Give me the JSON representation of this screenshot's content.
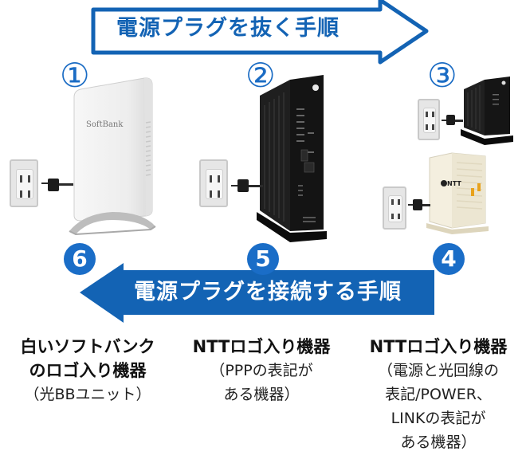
{
  "arrows": {
    "top_label": "電源プラグを抜く手順",
    "bottom_label": "電源プラグを接続する手順",
    "top_color": "#1363b4",
    "bottom_color": "#1363b4"
  },
  "steps": {
    "s1": "①",
    "s2": "②",
    "s3": "③",
    "s4": "4",
    "s5": "5",
    "s6": "6"
  },
  "devices": {
    "softbank_logo_text": "SoftBank",
    "ntt_mark_text": "NTT"
  },
  "captions": {
    "col1": {
      "line1": "白いソフトバンク",
      "line2": "のロゴ入り機器",
      "note": "（光BBユニット）"
    },
    "col2": {
      "line1": "NTTロゴ入り機器",
      "note1": "（PPPの表記が",
      "note2": "ある機器）"
    },
    "col3": {
      "line1": "NTTロゴ入り機器",
      "note1": "（電源と光回線の",
      "note2": "表記/POWER、",
      "note3": "LINKの表記が",
      "note4": "ある機器）"
    }
  },
  "icons": [
    "arrow-right-icon",
    "arrow-left-icon",
    "outlet-icon",
    "plug-icon"
  ]
}
